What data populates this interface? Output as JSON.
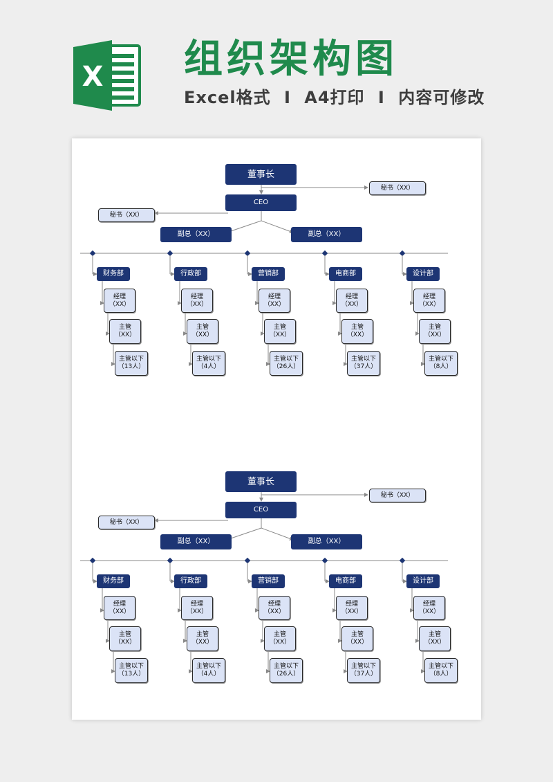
{
  "header": {
    "logo_letter": "X",
    "title": "组织架构图",
    "subtitle_parts": [
      "Excel格式",
      "A4打印",
      "内容可修改"
    ],
    "separator": "I"
  },
  "colors": {
    "brand_green": "#1f8a4c",
    "node_dark": "#1d3574",
    "node_light": "#dbe3f6"
  },
  "charts": [
    {
      "chairman": "董事长",
      "ceo": "CEO",
      "secretary_right": "秘书（XX）",
      "secretary_left": "秘书（XX）",
      "vp_left": "副总（XX）",
      "vp_right": "副总（XX）",
      "departments": [
        {
          "name": "财务部",
          "manager": "经理\n（XX）",
          "supervisor": "主管\n（XX）",
          "staff": "主管以下\n（13人）"
        },
        {
          "name": "行政部",
          "manager": "经理\n（XX）",
          "supervisor": "主管\n（XX）",
          "staff": "主管以下\n（4人）"
        },
        {
          "name": "营销部",
          "manager": "经理\n（XX）",
          "supervisor": "主管\n（XX）",
          "staff": "主管以下\n（26人）"
        },
        {
          "name": "电商部",
          "manager": "经理\n（XX）",
          "supervisor": "主管\n（XX）",
          "staff": "主管以下\n（37人）"
        },
        {
          "name": "设计部",
          "manager": "经理\n（XX）",
          "supervisor": "主管\n（XX）",
          "staff": "主管以下\n（8人）"
        }
      ]
    },
    {
      "chairman": "董事长",
      "ceo": "CEO",
      "secretary_right": "秘书（XX）",
      "secretary_left": "秘书（XX）",
      "vp_left": "副总（XX）",
      "vp_right": "副总（XX）",
      "departments": [
        {
          "name": "财务部",
          "manager": "经理\n（XX）",
          "supervisor": "主管\n（XX）",
          "staff": "主管以下\n（13人）"
        },
        {
          "name": "行政部",
          "manager": "经理\n（XX）",
          "supervisor": "主管\n（XX）",
          "staff": "主管以下\n（4人）"
        },
        {
          "name": "营销部",
          "manager": "经理\n（XX）",
          "supervisor": "主管\n（XX）",
          "staff": "主管以下\n（26人）"
        },
        {
          "name": "电商部",
          "manager": "经理\n（XX）",
          "supervisor": "主管\n（XX）",
          "staff": "主管以下\n（37人）"
        },
        {
          "name": "设计部",
          "manager": "经理\n（XX）",
          "supervisor": "主管\n（XX）",
          "staff": "主管以下\n（8人）"
        }
      ]
    }
  ]
}
